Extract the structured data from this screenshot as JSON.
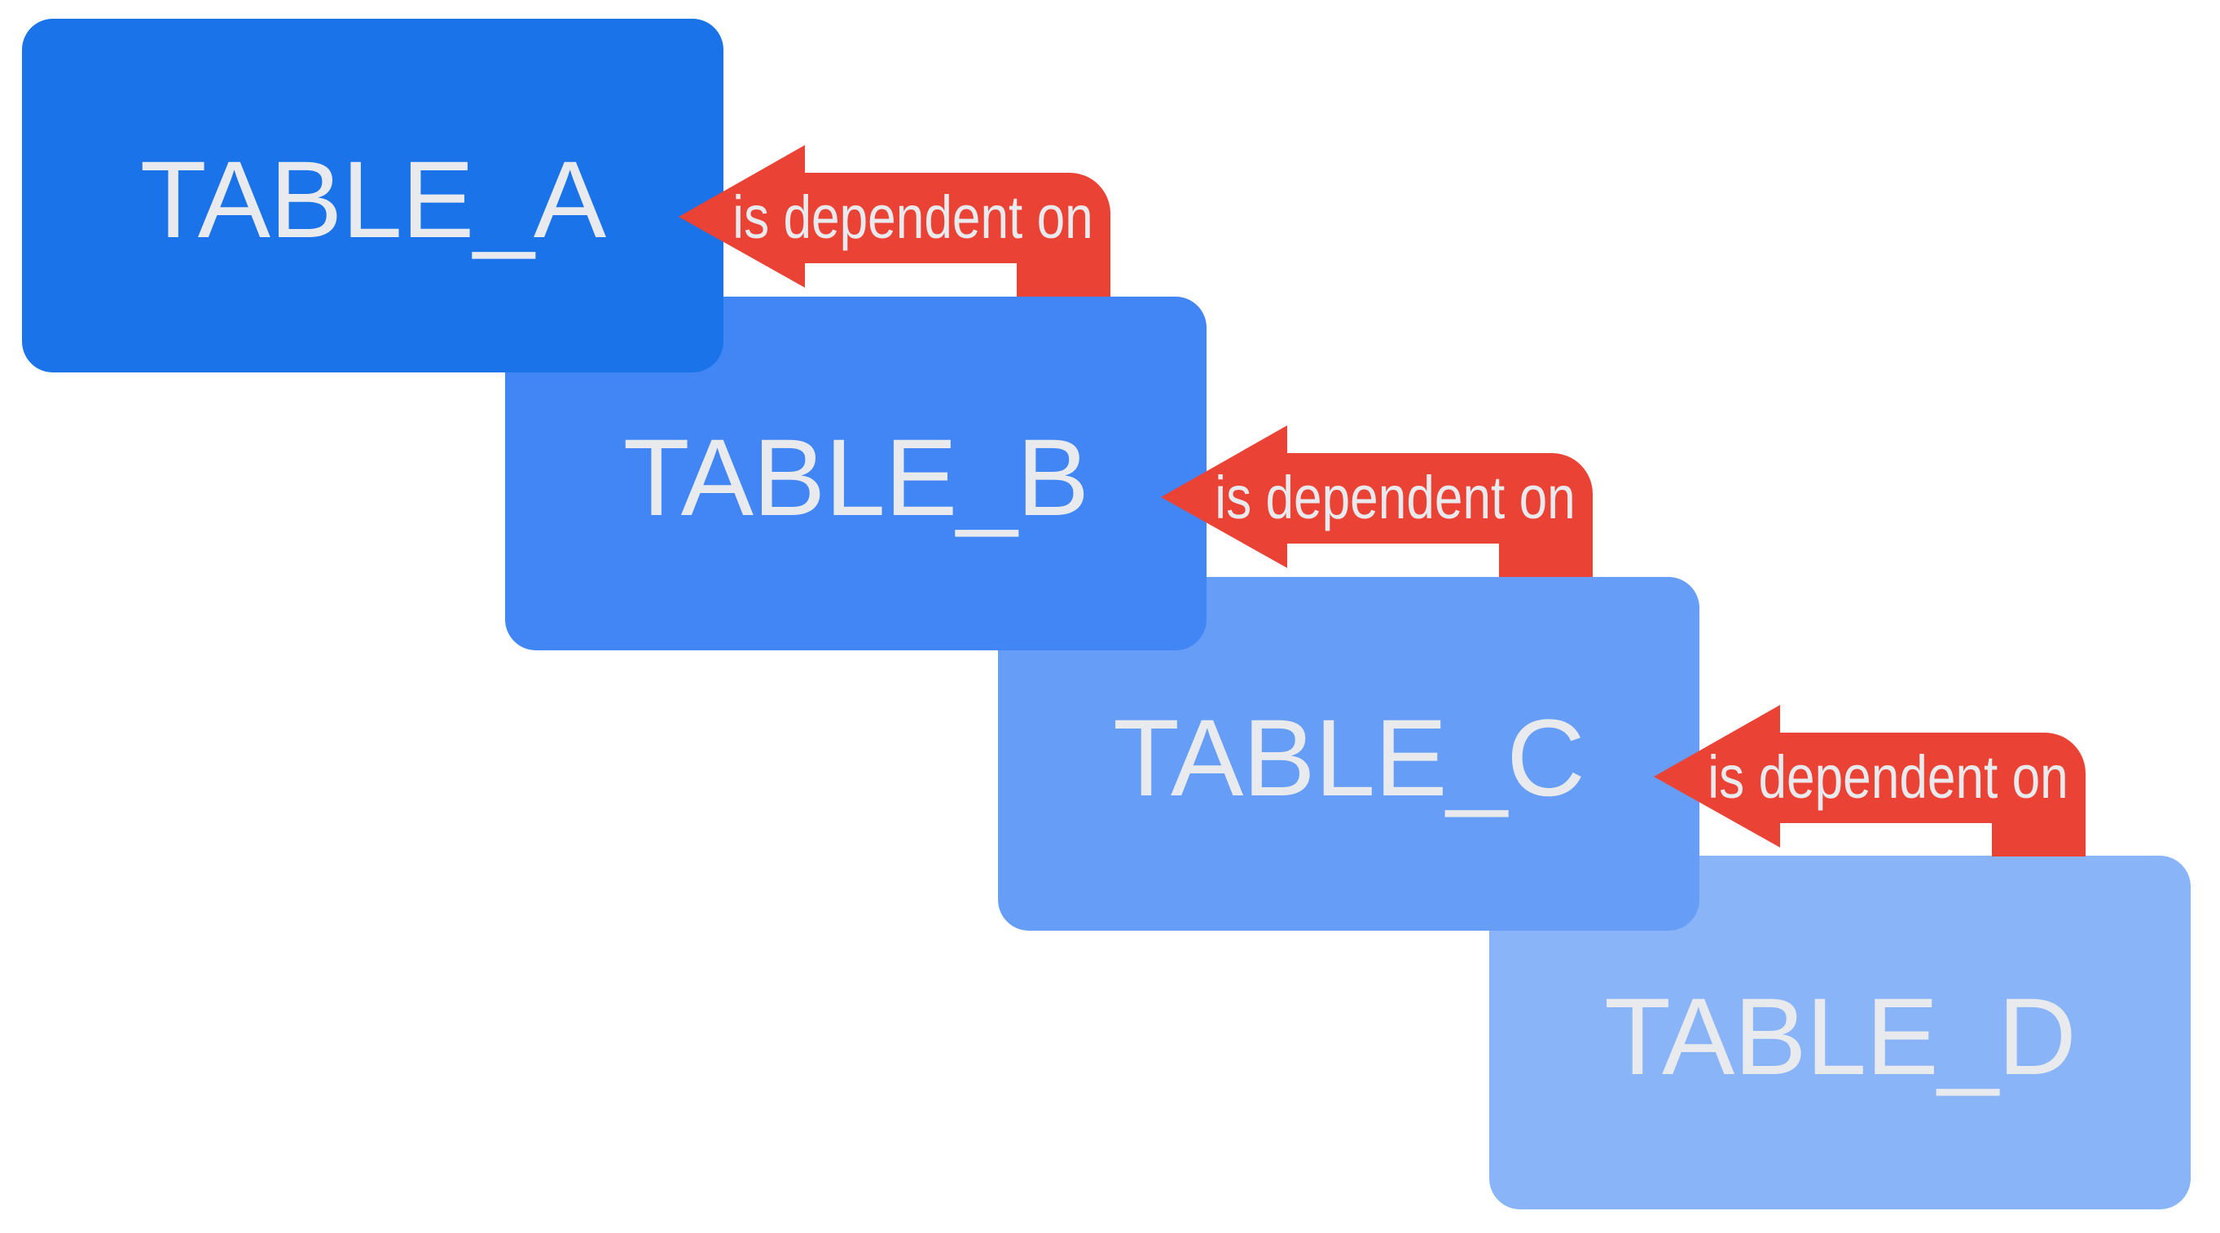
{
  "diagram": {
    "background_color": "#FFFFFF",
    "text_color": "#E8EAED",
    "arrow_color": "#EA4335",
    "tables": [
      {
        "name": "TABLE_A",
        "color": "#1A73E8"
      },
      {
        "name": "TABLE_B",
        "color": "#4285F4"
      },
      {
        "name": "TABLE_C",
        "color": "#669DF6"
      },
      {
        "name": "TABLE_D",
        "color": "#8AB4F8"
      }
    ],
    "arrows": [
      {
        "label": "is dependent on",
        "from": "TABLE_B",
        "to": "TABLE_A"
      },
      {
        "label": "is dependent on",
        "from": "TABLE_C",
        "to": "TABLE_B"
      },
      {
        "label": "is dependent on",
        "from": "TABLE_D",
        "to": "TABLE_C"
      }
    ]
  }
}
